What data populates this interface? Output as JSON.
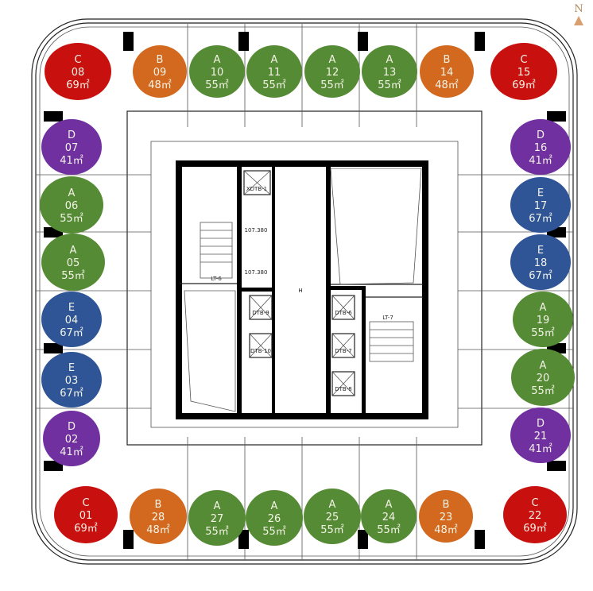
{
  "compass": {
    "label": "N"
  },
  "core_labels": {
    "stair_left": "LT-6",
    "stair_right": "LT-7",
    "level_1": "107.380",
    "level_2": "107.380",
    "fire_elevator": "XDTB-1",
    "elevators": [
      "DTB-9",
      "DTB-10",
      "DTB-6",
      "DTB-7",
      "DTB-8"
    ],
    "lobby_mark": "H"
  },
  "colors": {
    "A": "#558b34",
    "B": "#d2691f",
    "C": "#c8100f",
    "D": "#7030a0",
    "E": "#2f5597"
  },
  "units": [
    {
      "type": "C",
      "number": "08",
      "area": "69㎡"
    },
    {
      "type": "B",
      "number": "09",
      "area": "48㎡"
    },
    {
      "type": "A",
      "number": "10",
      "area": "55㎡"
    },
    {
      "type": "A",
      "number": "11",
      "area": "55㎡"
    },
    {
      "type": "A",
      "number": "12",
      "area": "55㎡"
    },
    {
      "type": "A",
      "number": "13",
      "area": "55㎡"
    },
    {
      "type": "B",
      "number": "14",
      "area": "48㎡"
    },
    {
      "type": "C",
      "number": "15",
      "area": "69㎡"
    },
    {
      "type": "D",
      "number": "07",
      "area": "41㎡"
    },
    {
      "type": "A",
      "number": "06",
      "area": "55㎡"
    },
    {
      "type": "A",
      "number": "05",
      "area": "55㎡"
    },
    {
      "type": "E",
      "number": "04",
      "area": "67㎡"
    },
    {
      "type": "E",
      "number": "03",
      "area": "67㎡"
    },
    {
      "type": "D",
      "number": "02",
      "area": "41㎡"
    },
    {
      "type": "D",
      "number": "16",
      "area": "41㎡"
    },
    {
      "type": "E",
      "number": "17",
      "area": "67㎡"
    },
    {
      "type": "E",
      "number": "18",
      "area": "67㎡"
    },
    {
      "type": "A",
      "number": "19",
      "area": "55㎡"
    },
    {
      "type": "A",
      "number": "20",
      "area": "55㎡"
    },
    {
      "type": "D",
      "number": "21",
      "area": "41㎡"
    },
    {
      "type": "C",
      "number": "01",
      "area": "69㎡"
    },
    {
      "type": "B",
      "number": "28",
      "area": "48㎡"
    },
    {
      "type": "A",
      "number": "27",
      "area": "55㎡"
    },
    {
      "type": "A",
      "number": "26",
      "area": "55㎡"
    },
    {
      "type": "A",
      "number": "25",
      "area": "55㎡"
    },
    {
      "type": "A",
      "number": "24",
      "area": "55㎡"
    },
    {
      "type": "B",
      "number": "23",
      "area": "48㎡"
    },
    {
      "type": "C",
      "number": "22",
      "area": "69㎡"
    }
  ]
}
